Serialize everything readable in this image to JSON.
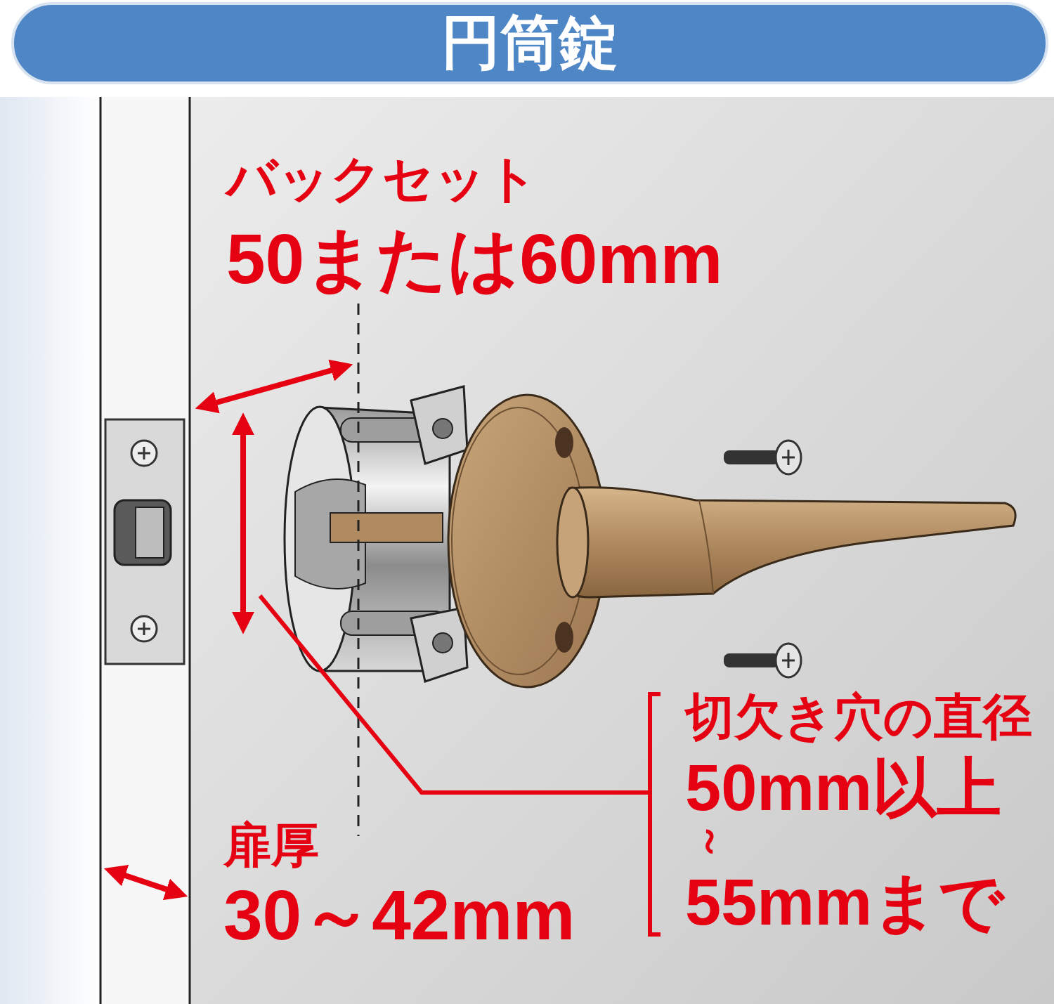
{
  "diagram": {
    "title": "円筒錠",
    "labels": [
      "バックセット",
      "50または60mm",
      "切欠き穴の直径",
      "50mm以上",
      "～",
      "55mmまで",
      "扉厚",
      "30～42mm"
    ]
  }
}
